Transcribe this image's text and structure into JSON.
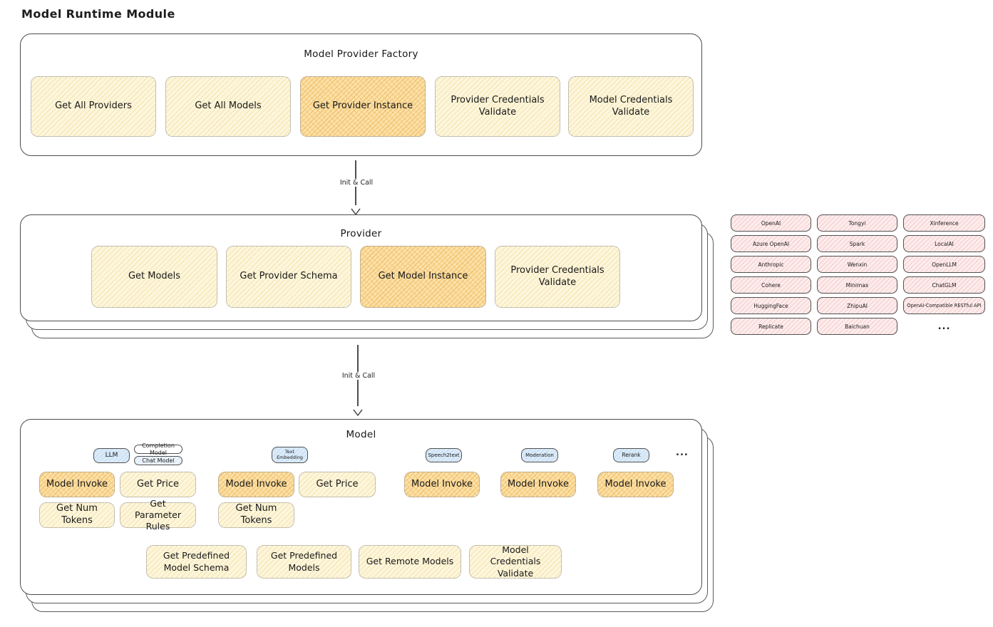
{
  "title": "Model Runtime Module",
  "colors": {
    "cream": "#fdf6dc",
    "creamHatch": "#f4e3ae",
    "orange": "#fbe2a9",
    "orangeHatch": "#f3c272",
    "blue": "#dcebf9",
    "blueHatch": "#c2dcf2",
    "pink": "#fdecec",
    "pinkHatch": "#f5cccc",
    "stroke": "#4c4c4c"
  },
  "factory": {
    "title": "Model Provider Factory",
    "buttons": [
      {
        "label": "Get All Providers",
        "highlighted": false
      },
      {
        "label": "Get All Models",
        "highlighted": false
      },
      {
        "label": "Get Provider Instance",
        "highlighted": true
      },
      {
        "label": "Provider Credentials Validate",
        "highlighted": false
      },
      {
        "label": "Model Credentials Validate",
        "highlighted": false
      }
    ]
  },
  "arrow1": {
    "label": "Init & Call"
  },
  "arrow2": {
    "label": "Init & Call"
  },
  "provider": {
    "title": "Provider",
    "buttons": [
      {
        "label": "Get Models",
        "highlighted": false
      },
      {
        "label": "Get Provider Schema",
        "highlighted": false
      },
      {
        "label": "Get Model Instance",
        "highlighted": true
      },
      {
        "label": "Provider Credentials Validate",
        "highlighted": false
      }
    ]
  },
  "registry": {
    "items": [
      "OpenAI",
      "Tongyi",
      "Xinference",
      "Azure OpenAI",
      "Spark",
      "LocalAI",
      "Anthropic",
      "Wenxin",
      "OpenLLM",
      "Cohere",
      "Minimax",
      "ChatGLM",
      "HuggingFace",
      "ZhipuAI",
      "OpenAI-Compatible RESTful API",
      "Replicate",
      "Baichuan"
    ],
    "more": "..."
  },
  "model": {
    "title": "Model",
    "tags": {
      "llm": "LLM",
      "completion": "Completion Model",
      "chat": "Chat Model",
      "text_embedding": "Text Embedding",
      "speech2text": "Speech2text",
      "moderation": "Moderation",
      "rerank": "Rerank",
      "more": "..."
    },
    "ops": {
      "model_invoke": "Model Invoke",
      "get_price": "Get Price",
      "get_num_tokens": "Get Num Tokens",
      "get_parameter_rules": "Get Parameter Rules"
    },
    "bottom": [
      "Get Predefined Model Schema",
      "Get Predefined Models",
      "Get Remote Models",
      "Model Credentials Validate"
    ]
  }
}
